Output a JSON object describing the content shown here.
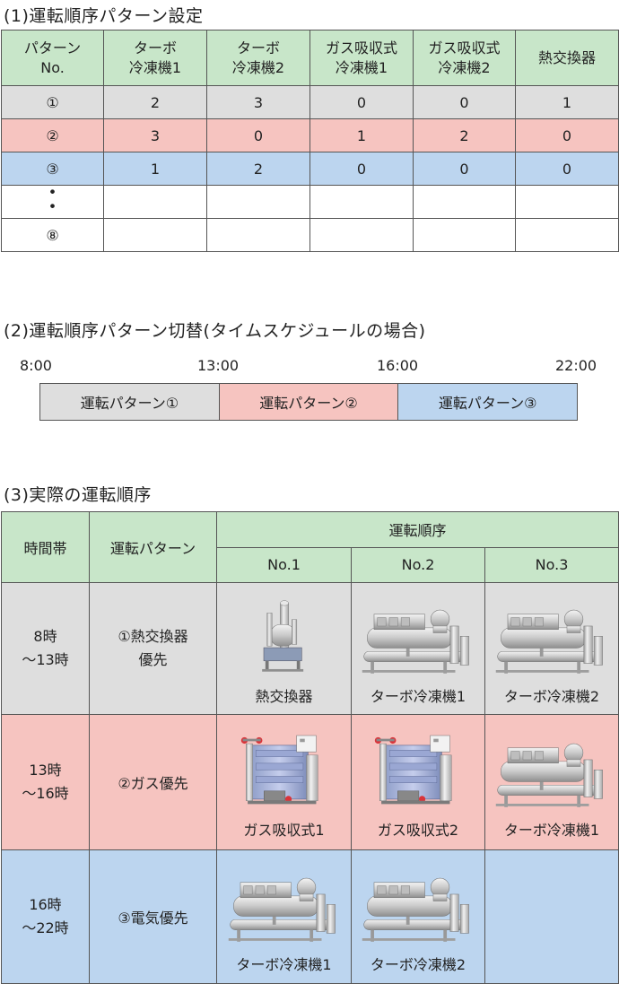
{
  "section1": {
    "title": "(1)運転順序パターン設定",
    "headers": [
      [
        "パターン",
        "No."
      ],
      [
        "ターボ",
        "冷凍機1"
      ],
      [
        "ターボ",
        "冷凍機2"
      ],
      [
        "ガス吸収式",
        "冷凍機1"
      ],
      [
        "ガス吸収式",
        "冷凍機2"
      ],
      [
        "熱交換器",
        ""
      ]
    ],
    "rows": [
      {
        "label": "①",
        "values": [
          "2",
          "3",
          "0",
          "0",
          "1"
        ]
      },
      {
        "label": "②",
        "values": [
          "3",
          "0",
          "1",
          "2",
          "0"
        ]
      },
      {
        "label": "③",
        "values": [
          "1",
          "2",
          "0",
          "0",
          "0"
        ]
      },
      {
        "label": "・",
        "values": [
          "",
          "",
          "",
          "",
          ""
        ]
      },
      {
        "label": "⑧",
        "values": [
          "",
          "",
          "",
          "",
          ""
        ]
      }
    ]
  },
  "section2": {
    "title": "(2)運転順序パターン切替(タイムスケジュールの場合)",
    "times": [
      "8:00",
      "13:00",
      "16:00",
      "22:00"
    ],
    "segments": [
      "運転パターン①",
      "運転パターン②",
      "運転パターン③"
    ]
  },
  "section3": {
    "title": "(3)実際の運転順序",
    "header": {
      "time": "時間帯",
      "pattern": "運転パターン",
      "order": "運転順序",
      "no1": "No.1",
      "no2": "No.2",
      "no3": "No.3"
    },
    "rows": [
      {
        "time_a": "8時",
        "time_b": "～13時",
        "pattern_a": "①熱交換器",
        "pattern_b": "優先",
        "units": [
          "熱交換器",
          "ターボ冷凍機1",
          "ターボ冷凍機2"
        ]
      },
      {
        "time_a": "13時",
        "time_b": "～16時",
        "pattern_a": "②ガス優先",
        "pattern_b": "",
        "units": [
          "ガス吸収式1",
          "ガス吸収式2",
          "ターボ冷凍機1"
        ]
      },
      {
        "time_a": "16時",
        "time_b": "～22時",
        "pattern_a": "③電気優先",
        "pattern_b": "",
        "units": [
          "ターボ冷凍機1",
          "ターボ冷凍機2",
          ""
        ]
      }
    ]
  },
  "icons": {
    "heat_exchanger": "heat-exchanger-icon",
    "turbo_chiller": "turbo-chiller-icon",
    "gas_absorption": "gas-absorption-chiller-icon"
  },
  "colors": {
    "green": "#c8e6c9",
    "gray": "#dedede",
    "pink": "#f6c4c0",
    "blue": "#bcd5ef"
  }
}
